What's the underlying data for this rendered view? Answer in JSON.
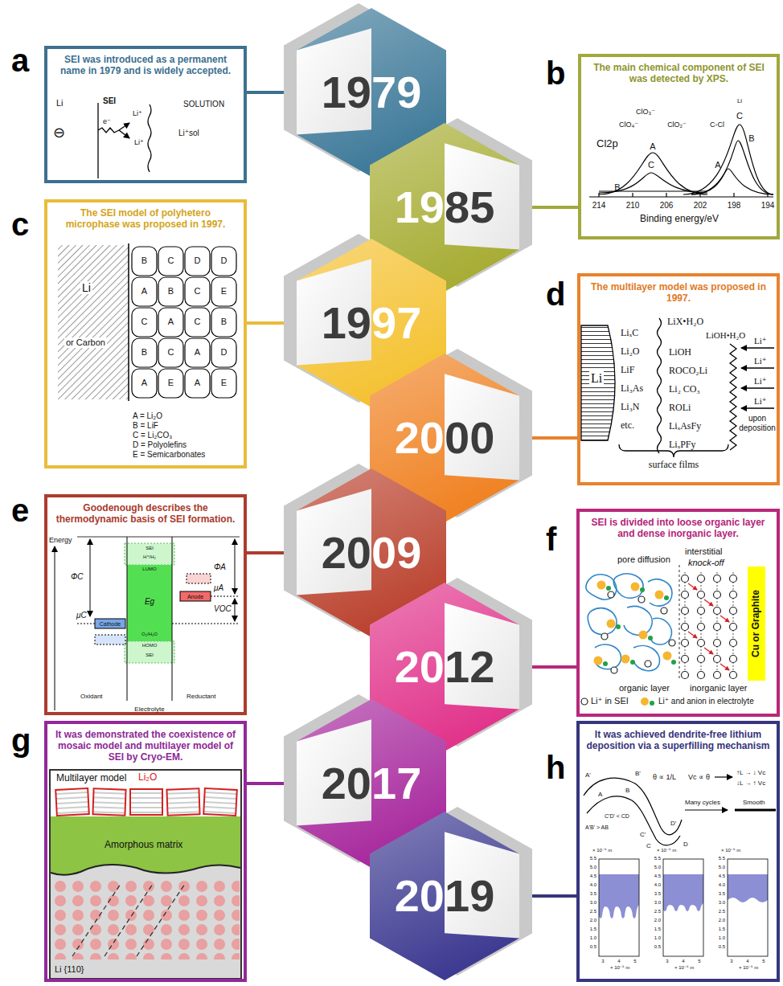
{
  "diagram": {
    "nodes": [
      {
        "text": [
          "SEI was introduced as a permanent name in 1979 and is widely accepted."
        ]
      },
      {
        "text": [
          "1979"
        ]
      },
      {
        "text": [
          "The main chemical component of SEI was detected by XPS."
        ]
      },
      {
        "text": [
          "1985"
        ]
      },
      {
        "text": [
          "The SEI model of polyhetero microphase was proposed in 1997."
        ]
      },
      {
        "text": [
          "1997"
        ]
      },
      {
        "text": [
          "The multilayer model was proposed in 1997."
        ]
      },
      {
        "text": [
          "2000"
        ]
      },
      {
        "text": [
          "Goodenough describes the thermodynamic basis of SEI formation."
        ]
      },
      {
        "text": [
          "2009"
        ]
      },
      {
        "text": [
          "SEI is divided into loose organic layer and dense inorganic layer."
        ]
      },
      {
        "text": [
          "2012"
        ]
      },
      {
        "text": [
          "It was demonstrated the coexistence of mosaic model and multilayer model of SEI by Cryo-EM."
        ]
      },
      {
        "text": [
          "2017"
        ]
      },
      {
        "text": [
          "It was achieved dendrite-free lithium deposition via a superfilling mechanism"
        ]
      },
      {
        "text": [
          "2019"
        ]
      }
    ],
    "edges": [
      {
        "from": 0,
        "to": 1,
        "arrow": "none"
      },
      {
        "from": 2,
        "to": 3,
        "arrow": "none"
      },
      {
        "from": 4,
        "to": 5,
        "arrow": "none"
      },
      {
        "from": 6,
        "to": 7,
        "arrow": "none"
      },
      {
        "from": 8,
        "to": 9,
        "arrow": "none"
      },
      {
        "from": 10,
        "to": 11,
        "arrow": "none"
      },
      {
        "from": 12,
        "to": 13,
        "arrow": "none"
      },
      {
        "from": 14,
        "to": 15,
        "arrow": "none"
      }
    ],
    "labels": [
      "a",
      "b",
      "c",
      "d",
      "e",
      "f",
      "g",
      "h",
      "Li",
      "SEI",
      "SOLUTION",
      "⊖",
      "e⁻",
      "Li⁺",
      "Li⁺",
      "Li⁺sol",
      "Cl2p",
      "ClO₄⁻",
      "ClO₃⁻",
      "ClO₂⁻",
      "C-Cl",
      "Li",
      "C",
      "B",
      "A",
      "A",
      "C",
      "B",
      "214",
      "210",
      "206",
      "202",
      "198",
      "194",
      "Binding energy/eV",
      "Li",
      "or Carbon",
      "B",
      "C",
      "D",
      "D",
      "A",
      "B",
      "C",
      "E",
      "C",
      "A",
      "C",
      "B",
      "B",
      "C",
      "A",
      "D",
      "A",
      "E",
      "A",
      "E",
      "A = Li₂O",
      "B = LiF",
      "C = Li₂CO₃",
      "D = Polyolefins",
      "E = Semicarbonates",
      "Li",
      "LiₓC",
      "Li₂O",
      "LiF",
      "Li₃As",
      "Li₃N",
      "etc.",
      "LiX•H₂O",
      "LiOH•H₂O",
      "LiOH",
      "ROCO₂Li",
      "Li₂ CO₃",
      "ROLi",
      "LiₓAsFy",
      "LiₓPFy",
      "Li⁺",
      "Li⁺",
      "Li⁺",
      "Li⁺",
      "upon deposition",
      "surface films",
      "Energy",
      "ΦC",
      "μC",
      "Cathode",
      "SEI",
      "H⁺/H₂",
      "LUMO",
      "Eg",
      "O₂/H₂O",
      "HOMO",
      "SEI",
      "ΦA",
      "μA",
      "Anode",
      "VOC",
      "Oxidant",
      "Electrolyte",
      "Reductant",
      "pore diffusion",
      "interstitial",
      "knock-off",
      "Cu or Graphite",
      "organic layer",
      "inorganic layer",
      "Multilayer model",
      "Li₂O",
      "Amorphous matrix",
      "Li {110}",
      "A'",
      "B'",
      "A",
      "B",
      "A'B' > AB",
      "C'D' < CD",
      "C'",
      "D'",
      "C",
      "D",
      "θ ∝ 1/L",
      "Vc ∝ θ",
      "↑L → ↓ Vc",
      "↓L → ↑ Vc",
      "Many cycles",
      "Smooth",
      "× 10⁻⁵ m",
      "5.5",
      "5.0",
      "4.5",
      "4.0",
      "3.5",
      "3.0",
      "2.5",
      "2.0",
      "1.5",
      "1.0",
      "0.5",
      "3",
      "4",
      "5",
      "× 10⁻⁵ m",
      "× 10⁻⁵ m",
      "5.5",
      "5.0",
      "4.5",
      "4.0",
      "3.5",
      "3.0",
      "2.5",
      "2.0",
      "1.5",
      "1.0",
      "0.5",
      "3",
      "4",
      "5",
      "× 10⁻⁵ m",
      "× 10⁻⁵ m",
      "5.5",
      "5.0",
      "4.5",
      "4.0",
      "3.5",
      "3.0",
      "2.5",
      "2.0",
      "1.5",
      "1.0",
      "0.5",
      "3",
      "4",
      "5",
      "× 10⁻⁵ m"
    ],
    "legend": [
      {
        "text": "Li⁺ in SEI"
      },
      {
        "text": "Li⁺ and anion in electrolyte"
      }
    ]
  }
}
